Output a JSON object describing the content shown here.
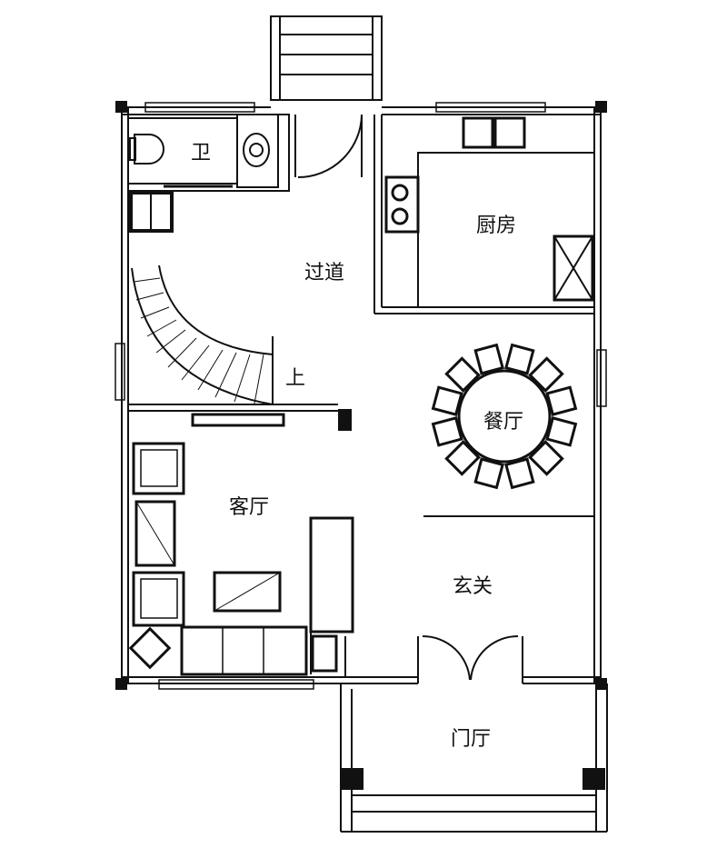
{
  "plan": {
    "rooms": {
      "bathroom": "卫",
      "kitchen": "厨房",
      "corridor": "过道",
      "stairs_up": "上",
      "dining": "餐厅",
      "living": "客厅",
      "foyer": "玄关",
      "porch": "门厅"
    },
    "colors": {
      "line": "#111111",
      "background": "#ffffff"
    }
  }
}
